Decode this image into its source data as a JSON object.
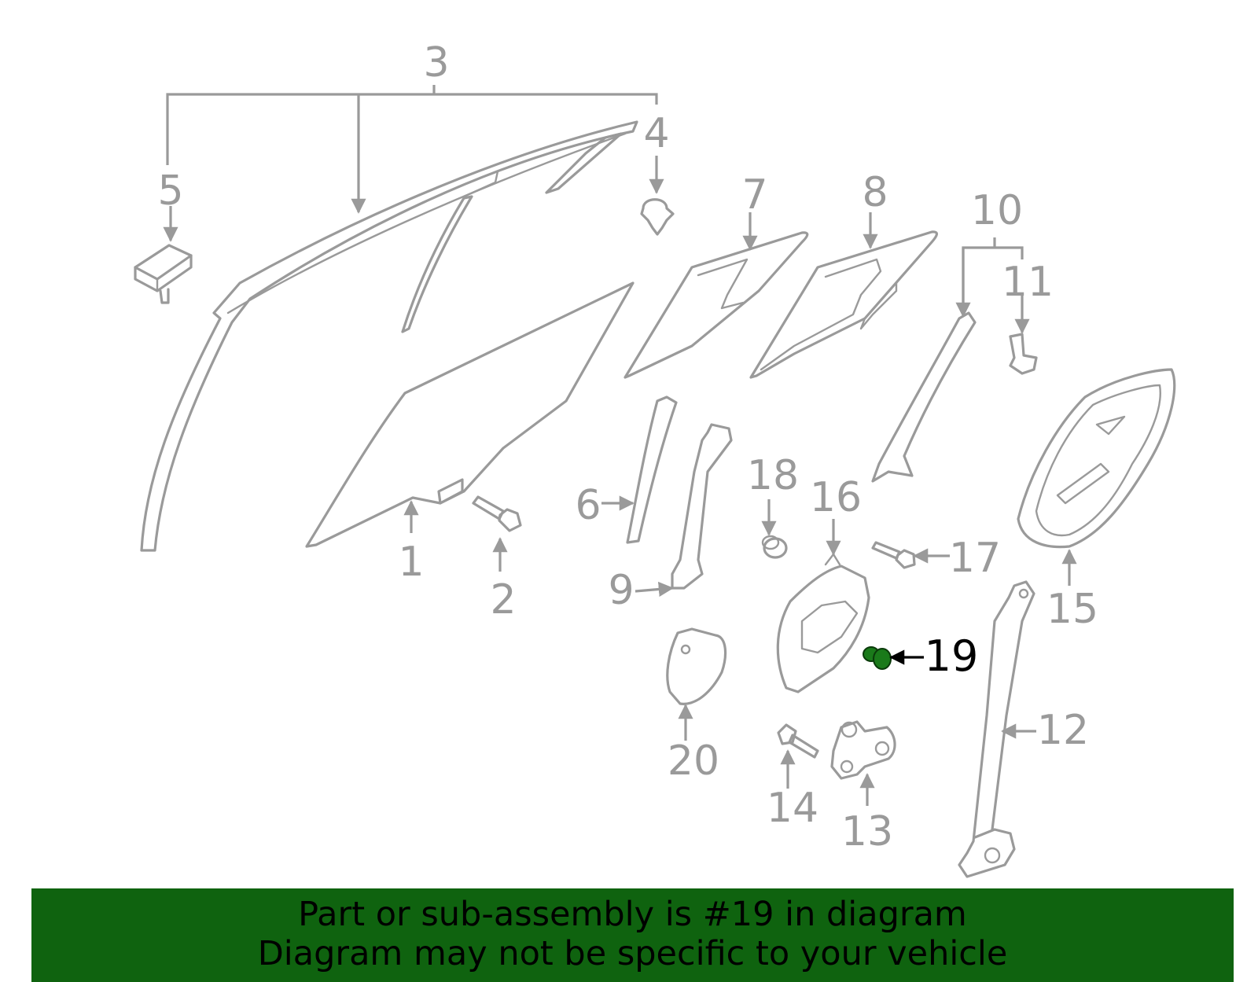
{
  "colors": {
    "part_stroke": "#9a9a9a",
    "highlight_part": "#1a7a1a",
    "banner_bg": "#0f630f",
    "banner_text": "#000000"
  },
  "callouts": [
    {
      "id": "1",
      "label": "1"
    },
    {
      "id": "2",
      "label": "2"
    },
    {
      "id": "3",
      "label": "3"
    },
    {
      "id": "4",
      "label": "4"
    },
    {
      "id": "5",
      "label": "5"
    },
    {
      "id": "6",
      "label": "6"
    },
    {
      "id": "7",
      "label": "7"
    },
    {
      "id": "8",
      "label": "8"
    },
    {
      "id": "9",
      "label": "9"
    },
    {
      "id": "10",
      "label": "10"
    },
    {
      "id": "11",
      "label": "11"
    },
    {
      "id": "12",
      "label": "12"
    },
    {
      "id": "13",
      "label": "13"
    },
    {
      "id": "14",
      "label": "14"
    },
    {
      "id": "15",
      "label": "15"
    },
    {
      "id": "16",
      "label": "16"
    },
    {
      "id": "17",
      "label": "17"
    },
    {
      "id": "18",
      "label": "18"
    },
    {
      "id": "19",
      "label": "19",
      "highlighted": true
    },
    {
      "id": "20",
      "label": "20"
    }
  ],
  "banner": {
    "line1": "Part or sub-assembly is #19 in diagram",
    "line2": "Diagram may not be specific to your vehicle"
  }
}
